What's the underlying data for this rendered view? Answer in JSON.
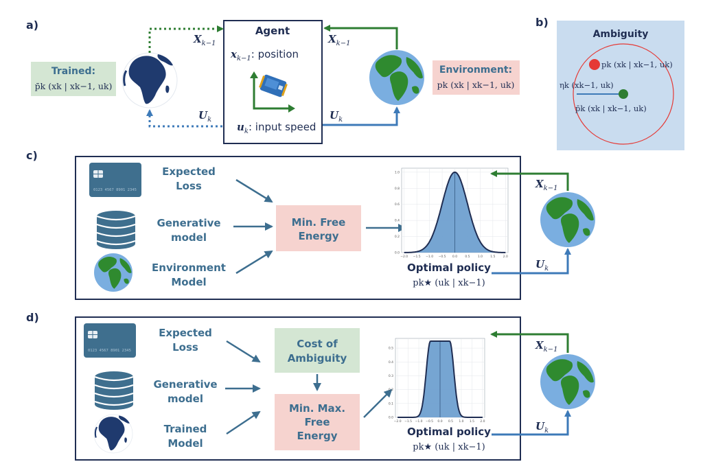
{
  "panels": {
    "a": "a)",
    "b": "b)",
    "c": "c)",
    "d": "d)"
  },
  "colors": {
    "navy": "#1f2d52",
    "teal": "#3d6e8f",
    "green": "#2e7d32",
    "blue": "#3d7ab8",
    "pink": "#f6d3cf",
    "mint": "#d4e6d3",
    "lightblue": "#c9dcef",
    "red": "#e53935"
  },
  "panel_a": {
    "agent_title": "Agent",
    "position_label": ": position",
    "input_speed_label": ": input speed",
    "trained_title": "Trained:",
    "environment_title": "Environment:",
    "x_prev": "X",
    "x_sub": "k−1",
    "u": "U",
    "u_sub": "k",
    "icons": [
      "robot-icon",
      "globe-africa-icon",
      "globe-earth-icon"
    ]
  },
  "panel_b": {
    "title": "Ambiguity",
    "eta_label": "ηk (xk−1, uk)",
    "p_label": "pk (xk | xk−1, uk)",
    "pbar_label": "p̄k (xk | xk−1, uk)"
  },
  "panel_c": {
    "inputs": [
      {
        "line1": "Expected",
        "line2": "Loss",
        "icon": "credit-card-icon"
      },
      {
        "line1": "Generative",
        "line2": "model",
        "icon": "database-icon"
      },
      {
        "line1": "Environment",
        "line2": "Model",
        "icon": "globe-earth-icon"
      }
    ],
    "process": {
      "line1": "Min. Free",
      "line2": "Energy"
    },
    "output_title": "Optimal policy",
    "card_number": "0123 4567 8901 2345"
  },
  "panel_d": {
    "inputs": [
      {
        "line1": "Expected",
        "line2": "Loss",
        "icon": "credit-card-icon"
      },
      {
        "line1": "Generative",
        "line2": "model",
        "icon": "database-icon"
      },
      {
        "line1": "Trained",
        "line2": "Model",
        "icon": "globe-africa-icon"
      }
    ],
    "cost_box": {
      "line1": "Cost of",
      "line2": "Ambiguity"
    },
    "process": {
      "line1": "Min. Max.",
      "line2": "Free",
      "line3": "Energy"
    },
    "output_title": "Optimal policy",
    "card_number": "0123 4567 8901 2345"
  },
  "math": {
    "sub_k": "k",
    "sub_km1": "k−1",
    "trained_formula": "p̄k (xk | xk−1, uk)",
    "env_formula": "pk (xk | xk−1, uk)",
    "policy_formula": "pk★ (uk | xk−1)",
    "x_italic": "x",
    "u_italic": "u"
  },
  "chart_data": [
    {
      "type": "area",
      "title": "",
      "xlabel": "",
      "ylabel": "",
      "x_ticks": [
        "−2.0",
        "−1.5",
        "−1.0",
        "−0.5",
        "0.0",
        "0.5",
        "1.0",
        "1.5",
        "2.0"
      ],
      "y_ticks": [
        "0.0",
        "0.2",
        "0.4",
        "0.6",
        "0.8",
        "1.0"
      ],
      "xlim": [
        -2.1,
        2.1
      ],
      "ylim": [
        0,
        1.05
      ],
      "curve": "gaussian",
      "sigma": 0.5,
      "peak": 1.0
    },
    {
      "type": "area",
      "title": "",
      "xlabel": "",
      "ylabel": "",
      "x_ticks": [
        "−2.0",
        "−1.5",
        "−1.0",
        "−0.5",
        "0.0",
        "0.5",
        "1.0",
        "1.5",
        "2.0"
      ],
      "y_ticks": [
        "0.0",
        "0.1",
        "0.2",
        "0.3",
        "0.4",
        "0.5"
      ],
      "xlim": [
        -2.1,
        2.1
      ],
      "ylim": [
        0,
        0.57
      ],
      "curve": "flat-top",
      "sigma": 0.2,
      "plateau": 0.45,
      "peak": 0.55
    }
  ]
}
